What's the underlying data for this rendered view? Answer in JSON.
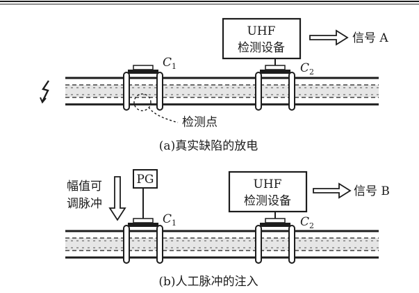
{
  "diagram_a": {
    "uhf_box_line1": "UHF",
    "uhf_box_line2": "检测设备",
    "signal_label": "信号 A",
    "coupler1_letter": "C",
    "coupler1_sub": "1",
    "coupler2_letter": "C",
    "coupler2_sub": "2",
    "detection_point_label": "检测点",
    "caption": "(a)真实缺陷的放电",
    "fault_symbol": "lightning-icon"
  },
  "diagram_b": {
    "pulse_label_line1": "幅值可",
    "pulse_label_line2": "调脉冲",
    "pg_label": "PG",
    "uhf_box_line1": "UHF",
    "uhf_box_line2": "检测设备",
    "signal_label": "信号 B",
    "coupler1_letter": "C",
    "coupler1_sub": "1",
    "coupler2_letter": "C",
    "coupler2_sub": "2",
    "caption": "(b)人工脉冲的注入"
  },
  "colors": {
    "ink": "#1c1c1c",
    "background": "#ffffff",
    "inner_band": "#e6e6e6"
  }
}
